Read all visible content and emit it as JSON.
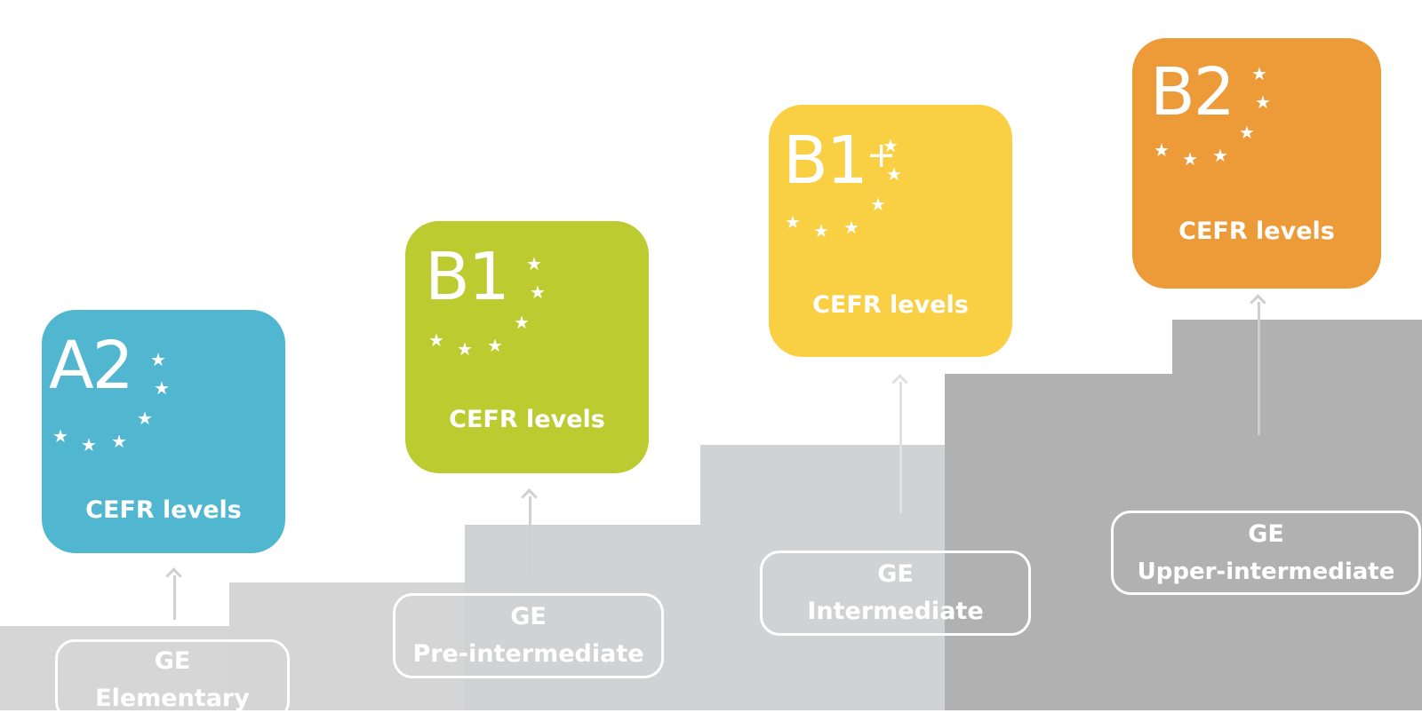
{
  "colors": {
    "a2": "#51b7d0",
    "b1": "#bccb2f",
    "b1plus": "#f9cf43",
    "b2": "#ed9a38",
    "step1": "#d6d6d6",
    "step2": "#d5d5d5",
    "step3": "#cfd3d3",
    "step4": "#cfd3d3",
    "step5": "#b1b1b1",
    "step6": "#b1b1b1",
    "arrow_light": "#d0d0d0",
    "arrow_dark": "#cfcfcf"
  },
  "levels": [
    {
      "code": "A2",
      "suffix": "",
      "card_label": "CEFR levels",
      "course_line1": "GE",
      "course_line2": "Elementary"
    },
    {
      "code": "B1",
      "suffix": "",
      "card_label": "CEFR levels",
      "course_line1": "GE",
      "course_line2": "Pre-intermediate"
    },
    {
      "code": "B1",
      "suffix": "+",
      "card_label": "CEFR levels",
      "course_line1": "GE",
      "course_line2": "Intermediate"
    },
    {
      "code": "B2",
      "suffix": "",
      "card_label": "CEFR levels",
      "course_line1": "GE",
      "course_line2": "Upper-intermediate"
    }
  ]
}
